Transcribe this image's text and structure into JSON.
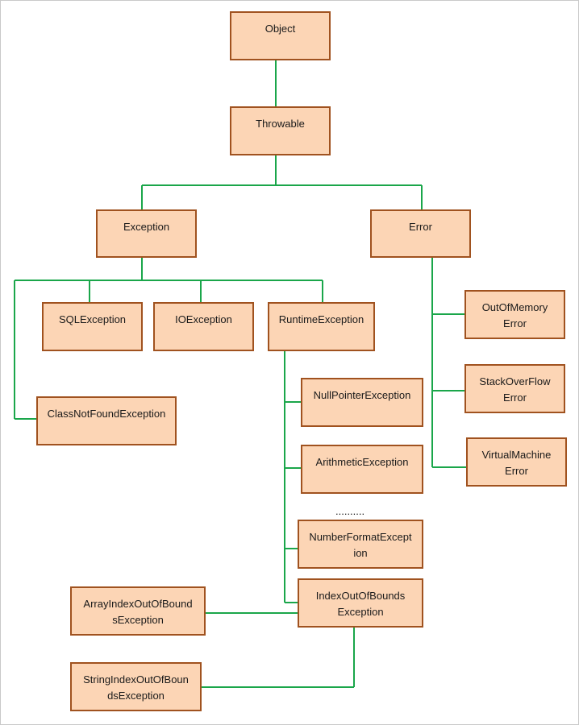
{
  "colors": {
    "node_fill": "#fcd5b5",
    "node_border": "#a0521f",
    "connector": "#1aa64a"
  },
  "nodes": {
    "object": [
      "Object"
    ],
    "throwable": [
      "Throwable"
    ],
    "exception": [
      "Exception"
    ],
    "error": [
      "Error"
    ],
    "sqlexception": [
      "SQLException"
    ],
    "ioexception": [
      "IOException"
    ],
    "runtimeexception": [
      "RuntimeException"
    ],
    "classnotfoundexception": [
      "ClassNotFoundException"
    ],
    "nullpointerexception": [
      "NullPointerException"
    ],
    "arithmeticexception": [
      "ArithmeticException"
    ],
    "numberformatexception": [
      "NumberFormatExcept",
      "ion"
    ],
    "indexoutofboundsexception": [
      "IndexOutOfBounds",
      "Exception"
    ],
    "arrayindexoutofboundsexception": [
      "ArrayIndexOutOfBound",
      "sException"
    ],
    "stringindexoutofboundsexception": [
      "StringIndexOutOfBoun",
      "dsException"
    ],
    "outofmemoryerror": [
      "OutOfMemory",
      "Error"
    ],
    "stackoverflowerror": [
      "StackOverFlow",
      "Error"
    ],
    "virtualmachineerror": [
      "VirtualMachine",
      "Error"
    ]
  },
  "ellipsis": ".........."
}
